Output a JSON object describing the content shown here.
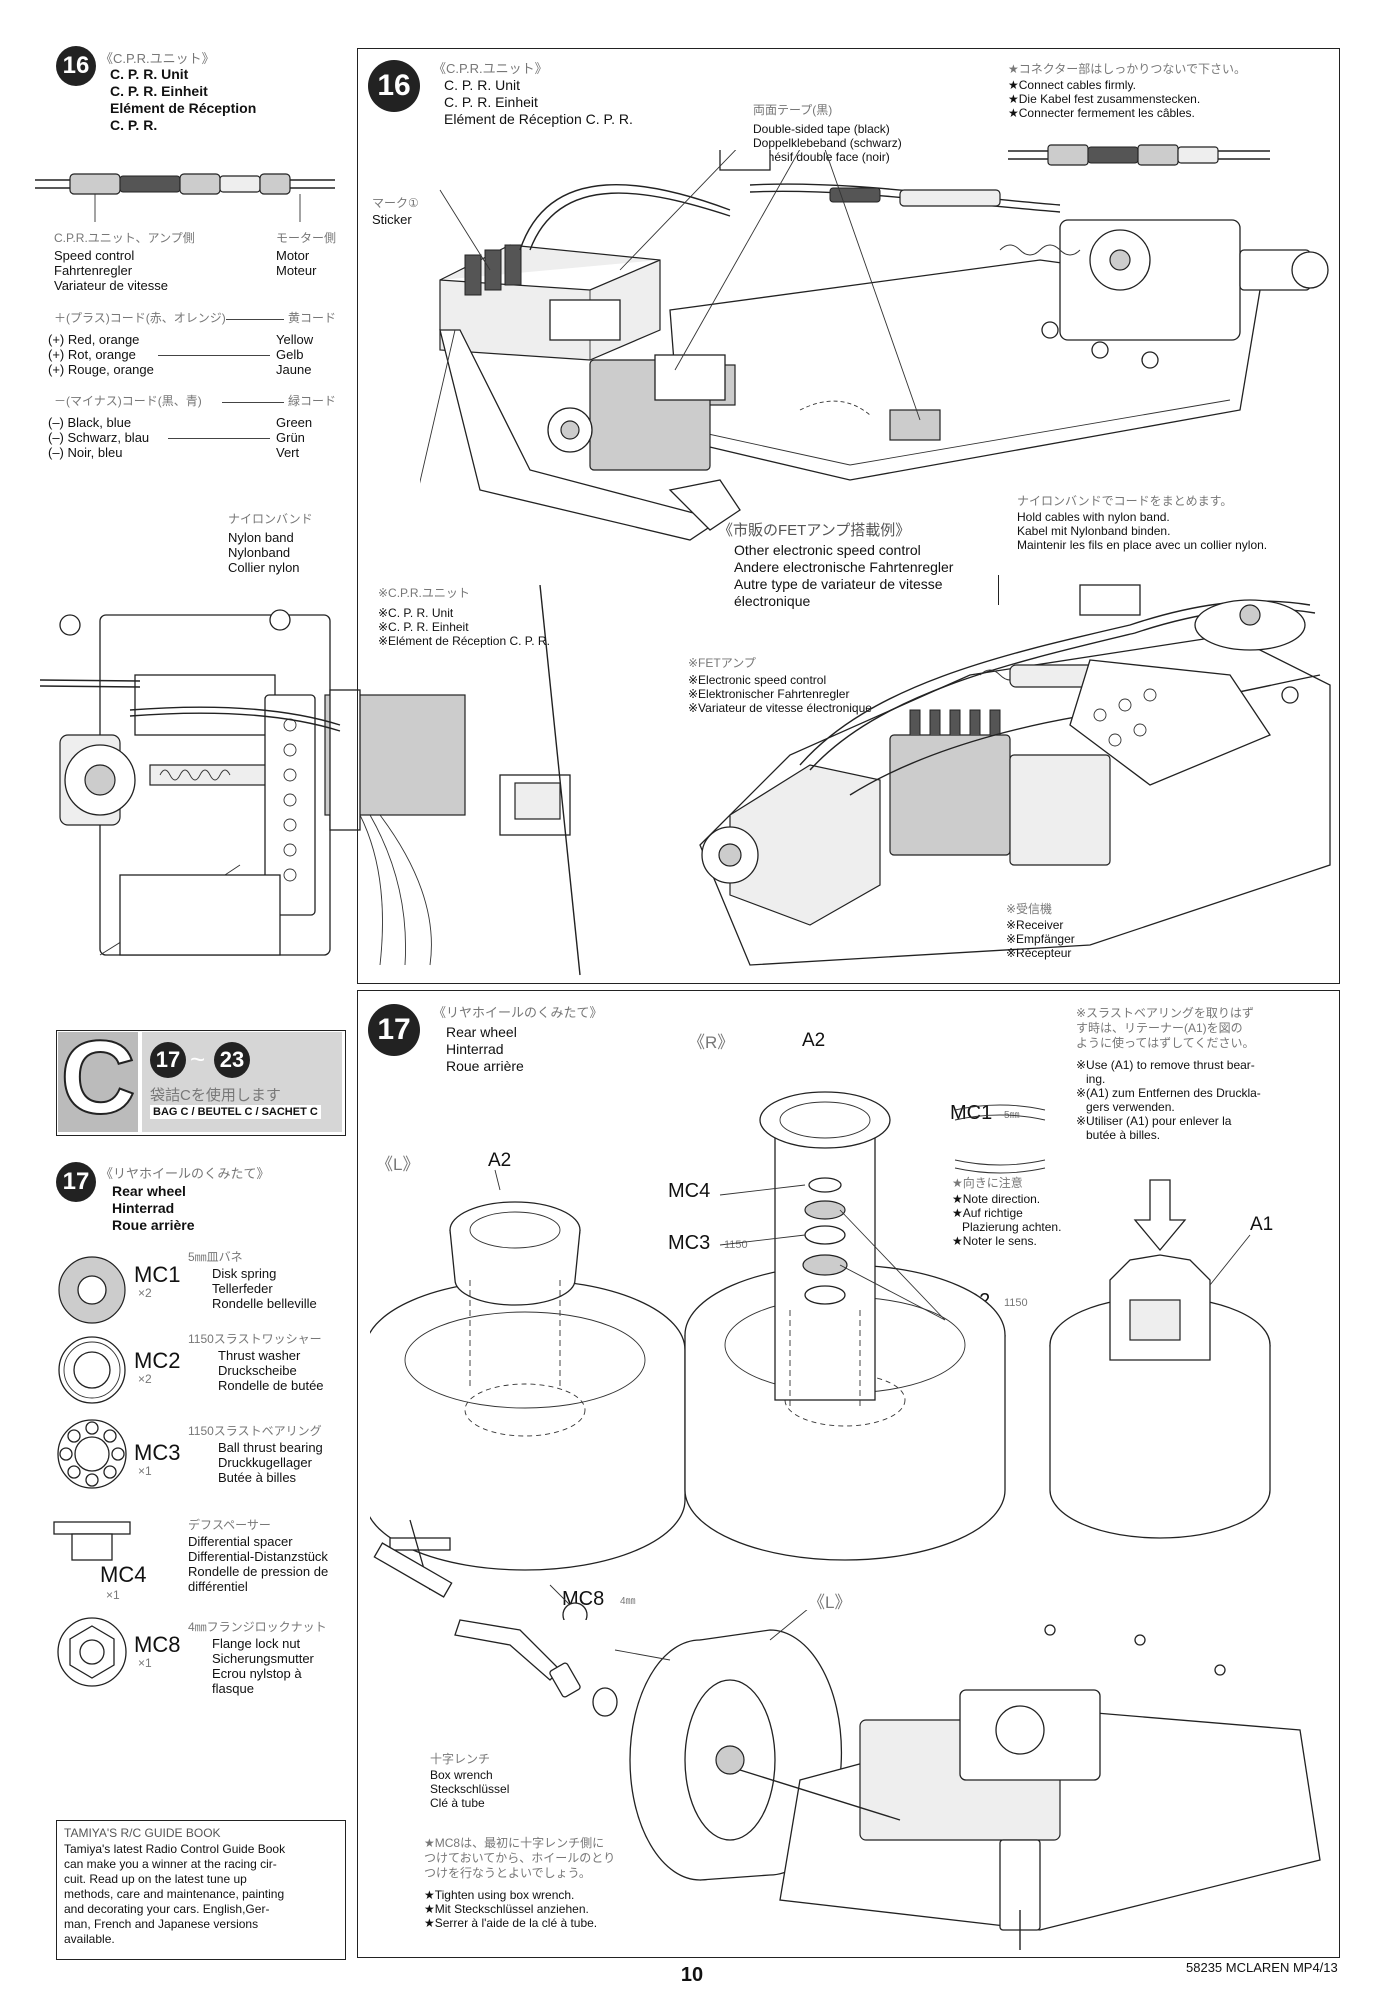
{
  "left16": {
    "step": "16",
    "title_jp": "《C.P.R.ユニット》",
    "title_lines": [
      "C. P. R. Unit",
      "C. P. R. Einheit",
      "Elément de Réception",
      "C. P. R."
    ],
    "amp_side_jp": "C.P.R.ユニット、アンプ側",
    "amp_side": "Speed control\nFahrtenregler\nVariateur de vitesse",
    "motor_side_jp": "モーター側",
    "motor_side": "Motor\nMoteur",
    "plus_jp": "＋(プラス)コード(赤、オレンジ)",
    "plus_right_jp": "黄コード",
    "plus_lines": "(+) Red, orange\n(+) Rot, orange\n(+) Rouge, orange",
    "plus_right": "Yellow\nGelb\nJaune",
    "minus_jp": "－(マイナス)コード(黒、青)",
    "minus_right_jp": "緑コード",
    "minus_lines": "(–) Black, blue\n(–) Schwarz, blau\n(–) Noir, bleu",
    "minus_right": "Green\nGrün\nVert",
    "nylon_jp": "ナイロンバンド",
    "nylon": "Nylon band\nNylonband\nCollier nylon"
  },
  "panel16": {
    "step": "16",
    "title_jp": "《C.P.R.ユニット》",
    "title_lines": "C. P. R. Unit\nC. P. R. Einheit\nElément de Réception C. P. R.",
    "tape_jp": "両面テープ(黒)",
    "tape": "Double-sided tape (black)\nDoppelklebeband (schwarz)\nAdhésif double face (noir)",
    "connector_jp": "★コネクター部はしっかりつないで下さい。",
    "connector": "★Connect cables firmly.\n★Die Kabel fest zusammenstecken.\n★Connecter fermement les câbles.",
    "mark_jp": "マーク①",
    "mark": "Sticker",
    "cpr_jp": "※C.P.R.ユニット",
    "cpr": "※C. P. R. Unit\n※C. P. R. Einheit\n※Elément de Réception C. P. R.",
    "fet_title_jp": "《市販のFETアンプ搭載例》",
    "fet_title": "Other electronic speed control\nAndere electronische Fahrtenregler\nAutre type de variateur de vitesse\nélectronique",
    "nylon_note_jp": "ナイロンバンドでコードをまとめます。",
    "nylon_note": "Hold cables with nylon band.\nKabel mit Nylonband binden.\nMaintenir les fils en place avec un collier nylon.",
    "fet_jp": "※FETアンプ",
    "fet": "※Electronic speed control\n※Elektronischer Fahrtenregler\n※Variateur de vitesse électronique",
    "receiver_jp": "※受信機",
    "receiver": "※Receiver\n※Empfänger\n※Récepteur"
  },
  "bagc": {
    "letter": "C",
    "range_a": "17",
    "range_sep": "~",
    "range_b": "23",
    "jp": "袋詰Cを使用します",
    "label": "BAG C / BEUTEL C / SACHET C"
  },
  "left17": {
    "step": "17",
    "title_jp": "《リヤホイールのくみたて》",
    "title_lines": [
      "Rear wheel",
      "Hinterrad",
      "Roue arrière"
    ],
    "parts": [
      {
        "code": "MC1",
        "qty": "×2",
        "jp": "5㎜皿バネ",
        "desc": "Disk spring\nTellerfeder\nRondelle belleville"
      },
      {
        "code": "MC2",
        "qty": "×2",
        "jp": "1150スラストワッシャー",
        "desc": "Thrust washer\nDruckscheibe\nRondelle de butée"
      },
      {
        "code": "MC3",
        "qty": "×1",
        "jp": "1150スラストベアリング",
        "desc": "Ball thrust bearing\nDruckkugellager\nButée à billes"
      },
      {
        "code": "MC4",
        "qty": "×1",
        "jp": "デフスペーサー",
        "desc": "Differential spacer\nDifferential-Distanzstück\nRondelle de pression de\ndifférentiel"
      },
      {
        "code": "MC8",
        "qty": "×1",
        "jp": "4㎜フランジロックナット",
        "desc": "Flange lock nut\nSicherungsmutter\nEcrou nylstop à\nflasque"
      }
    ]
  },
  "guide": {
    "title": "TAMIYA'S R/C GUIDE BOOK",
    "body": "Tamiya's latest Radio Control Guide Book\ncan make you a winner at the racing cir-\ncuit. Read up on the latest tune up\nmethods, care and maintenance, painting\nand decorating your cars. English,Ger-\nman, French and Japanese versions\navailable."
  },
  "panel17": {
    "step": "17",
    "title_jp": "《リヤホイールのくみたて》",
    "title_lines": "Rear wheel\nHinterrad\nRoue arrière",
    "label_L": "《L》",
    "label_R": "《R》",
    "label_L2": "《L》",
    "a2_left": "A2",
    "a2_right": "A2",
    "a1": "A1",
    "mc1": "MC1",
    "mc1_size": "5㎜",
    "mc4": "MC4",
    "mc3": "MC3",
    "mc3_size": "1150",
    "mc2": "MC2",
    "mc2_size": "1150",
    "mc8": "MC8",
    "mc8_size": "4㎜",
    "direction_jp": "★向きに注意",
    "direction": "★Note direction.\n★Auf richtige\n   Plazierung achten.\n★Noter le sens.",
    "thrust_jp": "※スラストベアリングを取りはず\nす時は、リテーナー(A1)を図の\nように使ってはずしてください。",
    "thrust": "※Use (A1) to remove thrust bear-\n   ing.\n※(A1) zum Entfernen des Drucklа-\n   gers verwenden.\n※Utiliser (A1) pour enlever la\n   butée à billes.",
    "box_wrench_jp": "十字レンチ",
    "box_wrench": "Box wrench\nSteckschlüssel\nClé à tube",
    "tighten_jp": "★MC8は、最初に十字レンチ側に\nつけておいてから、ホイールのとり\nつけを行なうとよいでしょう。",
    "tighten": "★Tighten using box wrench.\n★Mit Steckschlüssel anziehen.\n★Serrer à l'aide de la clé à tube."
  },
  "footer": {
    "page": "10",
    "model": "58235 MCLAREN MP4/13"
  }
}
